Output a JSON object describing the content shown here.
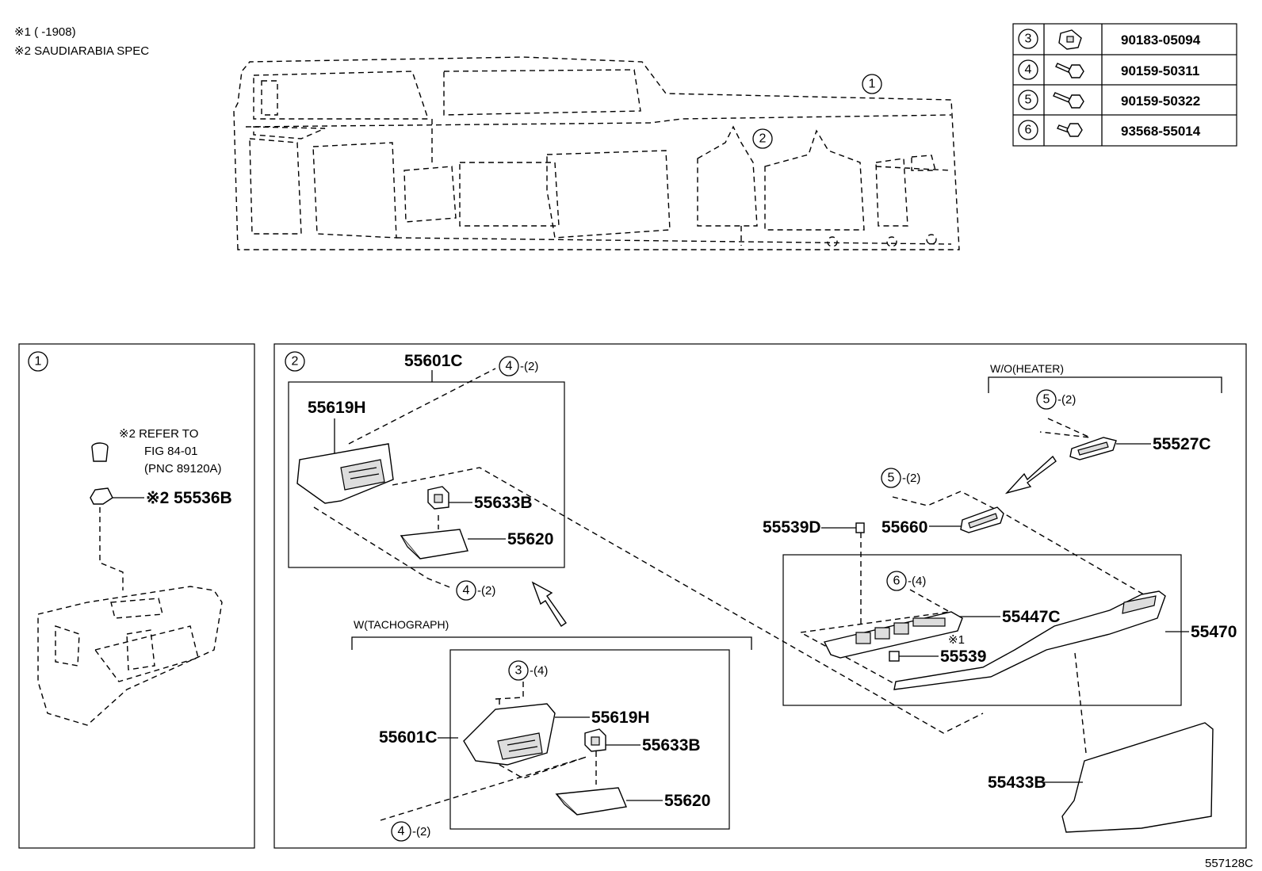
{
  "notes": {
    "note1": "※1 (       -1908)",
    "note2": "※2 SAUDIARABIA SPEC"
  },
  "fastener_table": [
    {
      "ref": "3",
      "part_no": "90183-05094"
    },
    {
      "ref": "4",
      "part_no": "90159-50311"
    },
    {
      "ref": "5",
      "part_no": "90159-50322"
    },
    {
      "ref": "6",
      "part_no": "93568-55014"
    }
  ],
  "overview": {
    "callout1": "1",
    "callout2": "2"
  },
  "panel1": {
    "index": "1",
    "refer_line1": "※2 REFER TO",
    "refer_line2": "FIG 84-01",
    "refer_line3": "(PNC 89120A)",
    "part_55536b": "※2 55536B"
  },
  "panel2": {
    "index": "2",
    "part_55601c_top": "55601C",
    "part_55619h_top": "55619H",
    "part_55633b_top": "55633B",
    "part_55620_top": "55620",
    "screw_top_ref": "4",
    "screw_top_qty": "-(2)",
    "screw_mid_ref": "4",
    "screw_mid_qty": "-(2)",
    "tacho_header": "W(TACHOGRAPH)",
    "part_55601c_bot": "55601C",
    "part_55619h_bot": "55619H",
    "part_55633b_bot": "55633B",
    "part_55620_bot": "55620",
    "clip_ref": "3",
    "clip_qty": "-(4)",
    "screw_bot_ref": "4",
    "screw_bot_qty": "-(2)",
    "heater_header": "W/O(HEATER)",
    "screw5a_ref": "5",
    "screw5a_qty": "-(2)",
    "part_55527c": "55527C",
    "screw5b_ref": "5",
    "screw5b_qty": "-(2)",
    "part_55539d": "55539D",
    "part_55660": "55660",
    "screw6_ref": "6",
    "screw6_qty": "-(4)",
    "part_55447c": "55447C",
    "note_mark": "※1",
    "part_55539": "55539",
    "part_55470": "55470",
    "part_55433b": "55433B"
  },
  "figure_code": "557128C"
}
